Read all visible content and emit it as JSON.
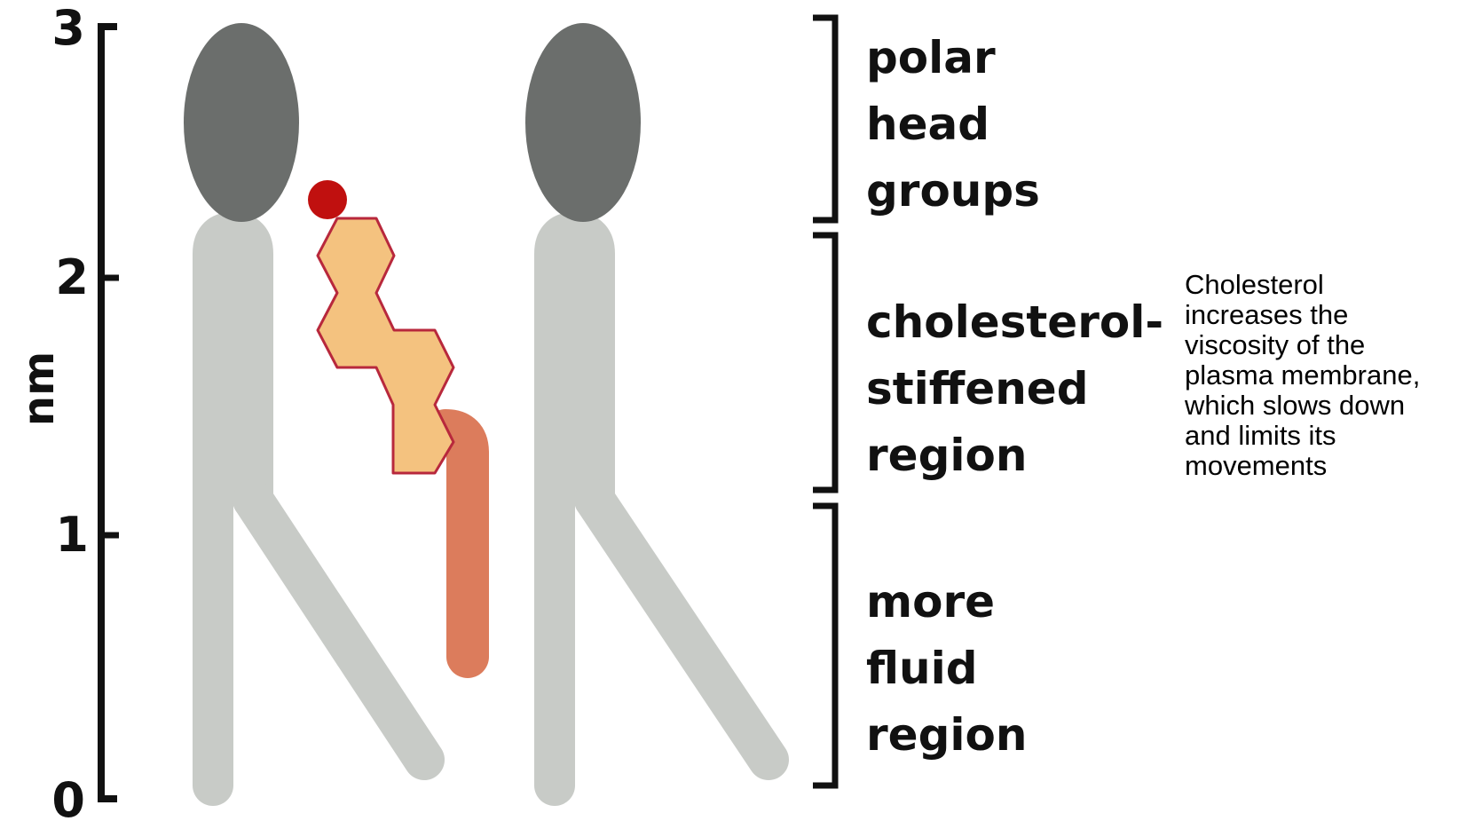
{
  "axis": {
    "unit_label": "nm",
    "ticks": [
      "0",
      "1",
      "2",
      "3"
    ]
  },
  "regions": {
    "polar_head": [
      "polar",
      "head",
      "groups"
    ],
    "stiffened": [
      "cholesterol-",
      "stiffened",
      "region"
    ],
    "fluid": [
      "more",
      "fluid",
      "region"
    ]
  },
  "note": {
    "lines": [
      "Cholesterol",
      "increases the",
      "viscosity of the",
      "plasma membrane,",
      "which slows down",
      "and limits its",
      "movements"
    ]
  },
  "colors": {
    "phospholipid_head": "#6b6e6c",
    "phospholipid_tail": "#c8cbc7",
    "cholesterol_ring_fill": "#f4c27f",
    "cholesterol_ring_outline": "#b8283c",
    "cholesterol_tail": "#dc7c5c",
    "hydroxyl_group": "#c0100f",
    "bracket": "#111111"
  },
  "icons": [
    "phospholipid-molecule",
    "cholesterol-molecule"
  ]
}
